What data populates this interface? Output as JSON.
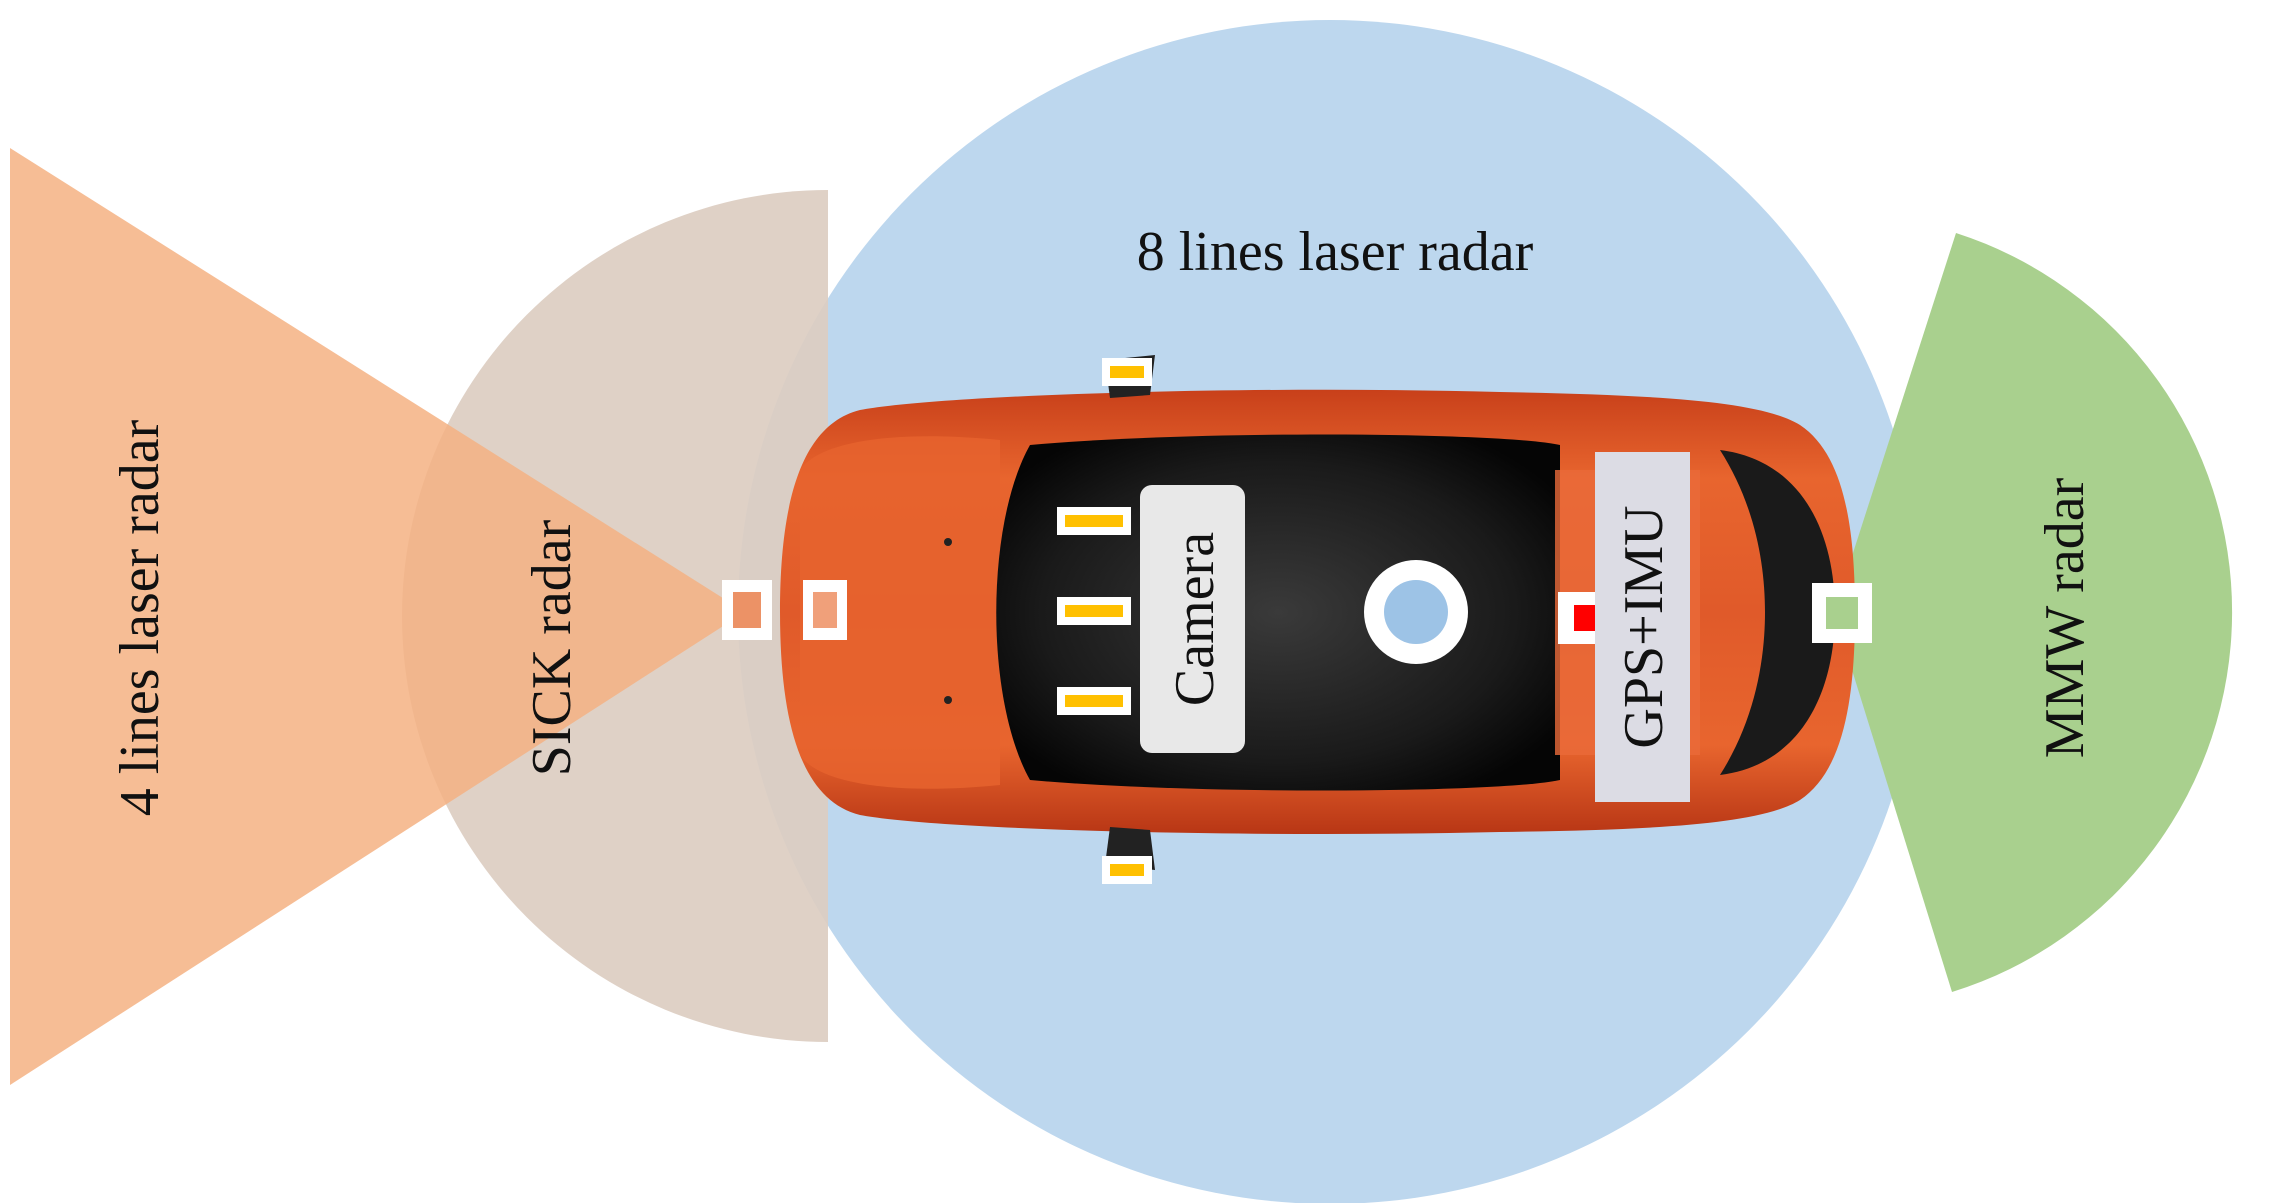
{
  "labels": {
    "eight_lines": "8 lines laser radar",
    "four_lines": "4 lines laser radar",
    "sick": "SICK radar",
    "mmw": "MMW radar",
    "camera": "Camera",
    "gps_imu": "GPS+IMU"
  },
  "colors": {
    "eight_lines_zone": "#bdd7ee",
    "four_lines_zone": "#f4b183",
    "sick_zone": "#d9c9bd",
    "mmw_zone": "#a9d08e",
    "car_body": "#e05a2a",
    "camera_marker": "#ffc000",
    "gps_marker": "#ff0000",
    "lidar_marker": "#9dc3e6"
  }
}
